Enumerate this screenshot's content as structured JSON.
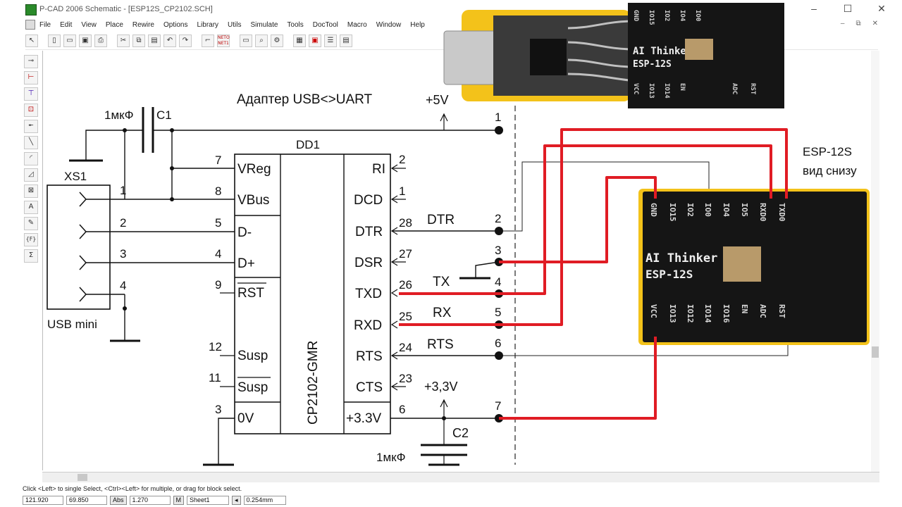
{
  "window": {
    "title": "P-CAD 2006 Schematic - [ESP12S_CP2102.SCH]",
    "buttons": [
      "–",
      "☐",
      "✕"
    ]
  },
  "menu": [
    "File",
    "Edit",
    "View",
    "Place",
    "Rewire",
    "Options",
    "Library",
    "Utils",
    "Simulate",
    "Tools",
    "DocTool",
    "Macro",
    "Window",
    "Help"
  ],
  "mdi_buttons": [
    "–",
    "⧉",
    "✕"
  ],
  "toolbar": {
    "netlist1": "NETO",
    "netlist2": "NET1"
  },
  "left_tools": [
    "wire-tool",
    "bus-tool",
    "port-tool",
    "part-tool",
    "pin-tool",
    "line-tool",
    "arc-tool",
    "polygon-tool",
    "field-tool",
    "text-tool",
    "attribute-tool",
    "ieee-tool",
    "sigma-tool"
  ],
  "schematic": {
    "adapter_title": "Адаптер USB<>UART",
    "p5v": "+5V",
    "p33v": "+3,3V",
    "c1_value": "1мкФ",
    "c1_ref": "C1",
    "c2_value": "1мкФ",
    "c2_ref": "C2",
    "xs1_ref": "XS1",
    "xs1_name": "USB mini",
    "xs1_pins": [
      "1",
      "2",
      "3",
      "4"
    ],
    "dd1_ref": "DD1",
    "dd1_part": "CP2102-GMR",
    "left_pins": [
      {
        "num": "7",
        "name": "VReg"
      },
      {
        "num": "8",
        "name": "VBus"
      },
      {
        "num": "5",
        "name": "D-"
      },
      {
        "num": "4",
        "name": "D+"
      },
      {
        "num": "9",
        "name": "RST"
      },
      {
        "num": "12",
        "name": "Susp"
      },
      {
        "num": "11",
        "name": "Susp"
      },
      {
        "num": "3",
        "name": "0V"
      }
    ],
    "right_pins": [
      {
        "num": "2",
        "name": "RI"
      },
      {
        "num": "1",
        "name": "DCD"
      },
      {
        "num": "28",
        "name": "DTR"
      },
      {
        "num": "27",
        "name": "DSR"
      },
      {
        "num": "26",
        "name": "TXD"
      },
      {
        "num": "25",
        "name": "RXD"
      },
      {
        "num": "24",
        "name": "RTS"
      },
      {
        "num": "23",
        "name": "CTS"
      },
      {
        "num": "6",
        "name": "+3.3V"
      }
    ],
    "net_labels": {
      "dtr": "DTR",
      "tx": "TX",
      "rx": "RX",
      "rts": "RTS"
    },
    "connector_pins": [
      "1",
      "2",
      "3",
      "4",
      "5",
      "6",
      "7"
    ],
    "esp_label_line1": "ESP-12S",
    "esp_label_line2": "вид снизу"
  },
  "module": {
    "brand": "AI Thinker",
    "model": "ESP-12S",
    "top_pins": [
      "GND",
      "IO15",
      "IO2",
      "IO0",
      "IO4",
      "IO5",
      "RXD0",
      "TXD0"
    ],
    "bottom_pins": [
      "VCC",
      "IO13",
      "IO12",
      "IO14",
      "IO16",
      "EN",
      "ADC",
      "RST"
    ]
  },
  "photo": {
    "brand": "AI Thinker",
    "model": "ESP-12S",
    "top_pins": [
      "GND",
      "IO15",
      "IO2",
      "IO4",
      "IO0"
    ],
    "bottom_pins": [
      "VCC",
      "IO13",
      "IO14",
      "EN",
      "ADC",
      "RST"
    ]
  },
  "status": {
    "hint": "Click <Left> to single Select, <Ctrl><Left> for multiple, or drag for block select.",
    "x": "121.920",
    "y": "69.850",
    "abs": "Abs",
    "grid": "1.270",
    "m": "M",
    "sheet": "Sheet1",
    "width": "0.254mm"
  },
  "colors": {
    "wire": "#1a1a1a",
    "red_wire": "#e01c24",
    "yellow": "#f3c21a",
    "module": "#151515"
  }
}
